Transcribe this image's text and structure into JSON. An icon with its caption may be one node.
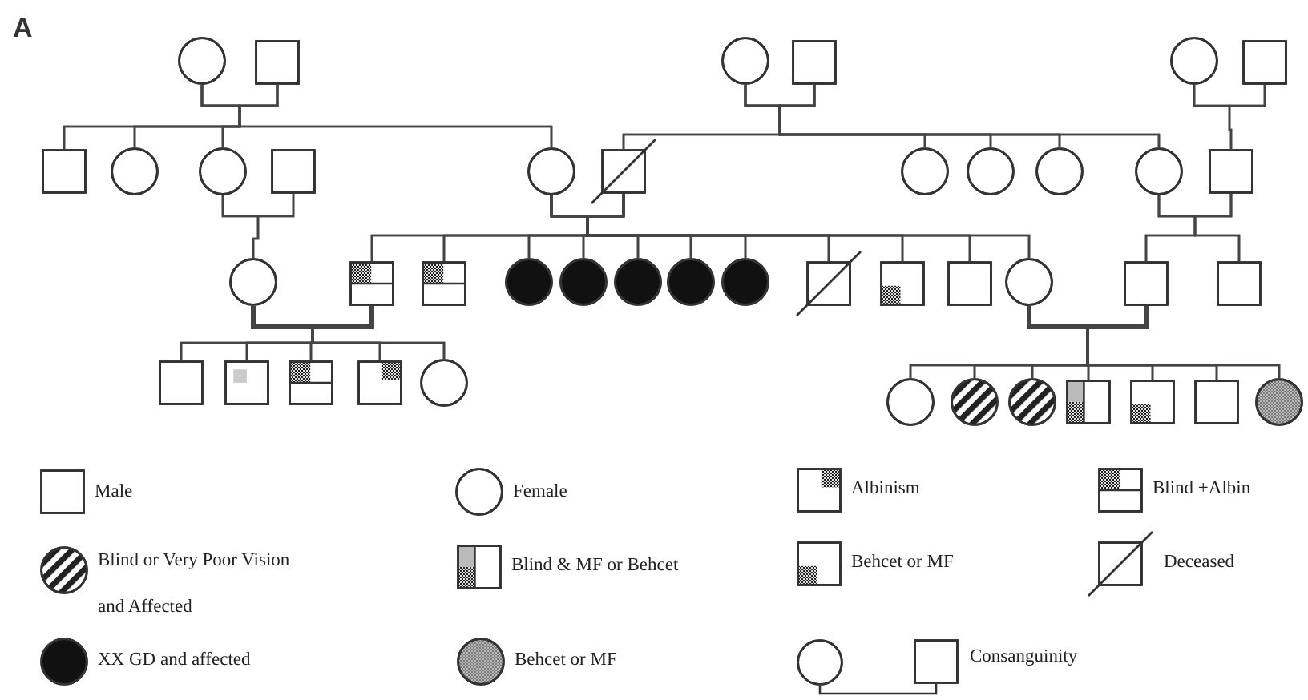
{
  "diagram": {
    "nodes": [
      {
        "text": [],
        "shape": "circle"
      },
      {
        "text": [],
        "shape": "box"
      },
      {
        "text": [],
        "shape": "circle"
      },
      {
        "text": [],
        "shape": "box"
      },
      {
        "text": [],
        "shape": "circle"
      },
      {
        "text": [],
        "shape": "box"
      },
      {
        "text": [],
        "shape": "box"
      },
      {
        "text": [],
        "shape": "circle"
      },
      {
        "text": [],
        "shape": "circle"
      },
      {
        "text": [],
        "shape": "box"
      },
      {
        "text": [],
        "shape": "circle"
      },
      {
        "text": [],
        "shape": "box"
      },
      {
        "text": [],
        "shape": "circle"
      },
      {
        "text": [],
        "shape": "circle"
      },
      {
        "text": [],
        "shape": "circle"
      },
      {
        "text": [],
        "shape": "circle"
      },
      {
        "text": [],
        "shape": "box"
      },
      {
        "text": [],
        "shape": "circle"
      },
      {
        "text": [],
        "shape": "box"
      },
      {
        "text": [],
        "shape": "box"
      },
      {
        "text": [],
        "shape": "circle"
      },
      {
        "text": [],
        "shape": "circle"
      },
      {
        "text": [],
        "shape": "circle"
      },
      {
        "text": [],
        "shape": "circle"
      },
      {
        "text": [],
        "shape": "circle"
      },
      {
        "text": [],
        "shape": "box"
      },
      {
        "text": [],
        "shape": "box"
      },
      {
        "text": [],
        "shape": "box"
      },
      {
        "text": [],
        "shape": "circle"
      },
      {
        "text": [],
        "shape": "box"
      },
      {
        "text": [],
        "shape": "box"
      },
      {
        "text": [],
        "shape": "box"
      },
      {
        "text": [],
        "shape": "box"
      },
      {
        "text": [],
        "shape": "box"
      },
      {
        "text": [],
        "shape": "box"
      },
      {
        "text": [],
        "shape": "circle"
      },
      {
        "text": [],
        "shape": "circle"
      },
      {
        "text": [],
        "shape": "circle"
      },
      {
        "text": [],
        "shape": "circle"
      },
      {
        "text": [],
        "shape": "box"
      },
      {
        "text": [],
        "shape": "box"
      },
      {
        "text": [],
        "shape": "box"
      },
      {
        "text": [],
        "shape": "circle"
      }
    ],
    "edges": [
      {
        "from": 0,
        "to": 1,
        "arrow": "none"
      },
      {
        "from": 2,
        "to": 3,
        "arrow": "none"
      },
      {
        "from": 4,
        "to": 5,
        "arrow": "none"
      },
      {
        "from": 8,
        "to": 9,
        "arrow": "none"
      },
      {
        "from": 10,
        "to": 11,
        "arrow": "none"
      },
      {
        "from": 15,
        "to": 16,
        "arrow": "none"
      },
      {
        "from": 17,
        "to": 18,
        "arrow": "none",
        "style": "thick"
      },
      {
        "from": 28,
        "to": 29,
        "arrow": "none",
        "style": "thick"
      },
      {
        "from": 0,
        "to": 6,
        "arrow": "none"
      },
      {
        "from": 0,
        "to": 7,
        "arrow": "none"
      },
      {
        "from": 0,
        "to": 8,
        "arrow": "none"
      },
      {
        "from": 0,
        "to": 10,
        "arrow": "none"
      },
      {
        "from": 1,
        "to": 6,
        "arrow": "none"
      },
      {
        "from": 1,
        "to": 7,
        "arrow": "none"
      },
      {
        "from": 1,
        "to": 8,
        "arrow": "none"
      },
      {
        "from": 1,
        "to": 10,
        "arrow": "none"
      },
      {
        "from": 2,
        "to": 11,
        "arrow": "none"
      },
      {
        "from": 2,
        "to": 12,
        "arrow": "none"
      },
      {
        "from": 2,
        "to": 13,
        "arrow": "none"
      },
      {
        "from": 2,
        "to": 14,
        "arrow": "none"
      },
      {
        "from": 2,
        "to": 15,
        "arrow": "none"
      },
      {
        "from": 3,
        "to": 11,
        "arrow": "none"
      },
      {
        "from": 3,
        "to": 12,
        "arrow": "none"
      },
      {
        "from": 3,
        "to": 13,
        "arrow": "none"
      },
      {
        "from": 3,
        "to": 14,
        "arrow": "none"
      },
      {
        "from": 3,
        "to": 15,
        "arrow": "none"
      },
      {
        "from": 4,
        "to": 16,
        "arrow": "none"
      },
      {
        "from": 5,
        "to": 16,
        "arrow": "none"
      },
      {
        "from": 8,
        "to": 17,
        "arrow": "none"
      },
      {
        "from": 9,
        "to": 17,
        "arrow": "none"
      },
      {
        "from": 10,
        "to": 18,
        "arrow": "none"
      },
      {
        "from": 10,
        "to": 19,
        "arrow": "none"
      },
      {
        "from": 10,
        "to": 20,
        "arrow": "none"
      },
      {
        "from": 10,
        "to": 21,
        "arrow": "none"
      },
      {
        "from": 10,
        "to": 22,
        "arrow": "none"
      },
      {
        "from": 10,
        "to": 23,
        "arrow": "none"
      },
      {
        "from": 10,
        "to": 24,
        "arrow": "none"
      },
      {
        "from": 10,
        "to": 25,
        "arrow": "none"
      },
      {
        "from": 10,
        "to": 26,
        "arrow": "none"
      },
      {
        "from": 10,
        "to": 27,
        "arrow": "none"
      },
      {
        "from": 10,
        "to": 28,
        "arrow": "none"
      },
      {
        "from": 11,
        "to": 18,
        "arrow": "none"
      },
      {
        "from": 11,
        "to": 19,
        "arrow": "none"
      },
      {
        "from": 11,
        "to": 20,
        "arrow": "none"
      },
      {
        "from": 11,
        "to": 21,
        "arrow": "none"
      },
      {
        "from": 11,
        "to": 22,
        "arrow": "none"
      },
      {
        "from": 11,
        "to": 23,
        "arrow": "none"
      },
      {
        "from": 11,
        "to": 24,
        "arrow": "none"
      },
      {
        "from": 11,
        "to": 25,
        "arrow": "none"
      },
      {
        "from": 11,
        "to": 26,
        "arrow": "none"
      },
      {
        "from": 11,
        "to": 27,
        "arrow": "none"
      },
      {
        "from": 11,
        "to": 28,
        "arrow": "none"
      },
      {
        "from": 15,
        "to": 29,
        "arrow": "none"
      },
      {
        "from": 15,
        "to": 30,
        "arrow": "none"
      },
      {
        "from": 16,
        "to": 29,
        "arrow": "none"
      },
      {
        "from": 16,
        "to": 30,
        "arrow": "none"
      },
      {
        "from": 17,
        "to": 31,
        "arrow": "none"
      },
      {
        "from": 17,
        "to": 32,
        "arrow": "none"
      },
      {
        "from": 17,
        "to": 33,
        "arrow": "none"
      },
      {
        "from": 17,
        "to": 34,
        "arrow": "none"
      },
      {
        "from": 17,
        "to": 35,
        "arrow": "none"
      },
      {
        "from": 18,
        "to": 31,
        "arrow": "none"
      },
      {
        "from": 18,
        "to": 32,
        "arrow": "none"
      },
      {
        "from": 18,
        "to": 33,
        "arrow": "none"
      },
      {
        "from": 18,
        "to": 34,
        "arrow": "none"
      },
      {
        "from": 18,
        "to": 35,
        "arrow": "none"
      },
      {
        "from": 28,
        "to": 36,
        "arrow": "none"
      },
      {
        "from": 28,
        "to": 37,
        "arrow": "none"
      },
      {
        "from": 28,
        "to": 38,
        "arrow": "none"
      },
      {
        "from": 28,
        "to": 39,
        "arrow": "none"
      },
      {
        "from": 28,
        "to": 40,
        "arrow": "none"
      },
      {
        "from": 28,
        "to": 41,
        "arrow": "none"
      },
      {
        "from": 28,
        "to": 42,
        "arrow": "none"
      },
      {
        "from": 29,
        "to": 36,
        "arrow": "none"
      },
      {
        "from": 29,
        "to": 37,
        "arrow": "none"
      },
      {
        "from": 29,
        "to": 38,
        "arrow": "none"
      },
      {
        "from": 29,
        "to": 39,
        "arrow": "none"
      },
      {
        "from": 29,
        "to": 40,
        "arrow": "none"
      },
      {
        "from": 29,
        "to": 41,
        "arrow": "none"
      },
      {
        "from": 29,
        "to": 42,
        "arrow": "none"
      }
    ],
    "labels": [
      "A"
    ],
    "legend": [
      {
        "text": "Male"
      },
      {
        "text": "Female"
      },
      {
        "text": "Albinism"
      },
      {
        "text": "Blind +Albin"
      },
      {
        "text": "Blind or Very Poor Vision and Affected"
      },
      {
        "text": "Blind & MF or Behcet"
      },
      {
        "text": "Behcet or MF"
      },
      {
        "text": "Deceased"
      },
      {
        "text": "XX GD and affected"
      },
      {
        "text": "Behcet or MF"
      },
      {
        "text": "Consanguinity"
      }
    ]
  }
}
